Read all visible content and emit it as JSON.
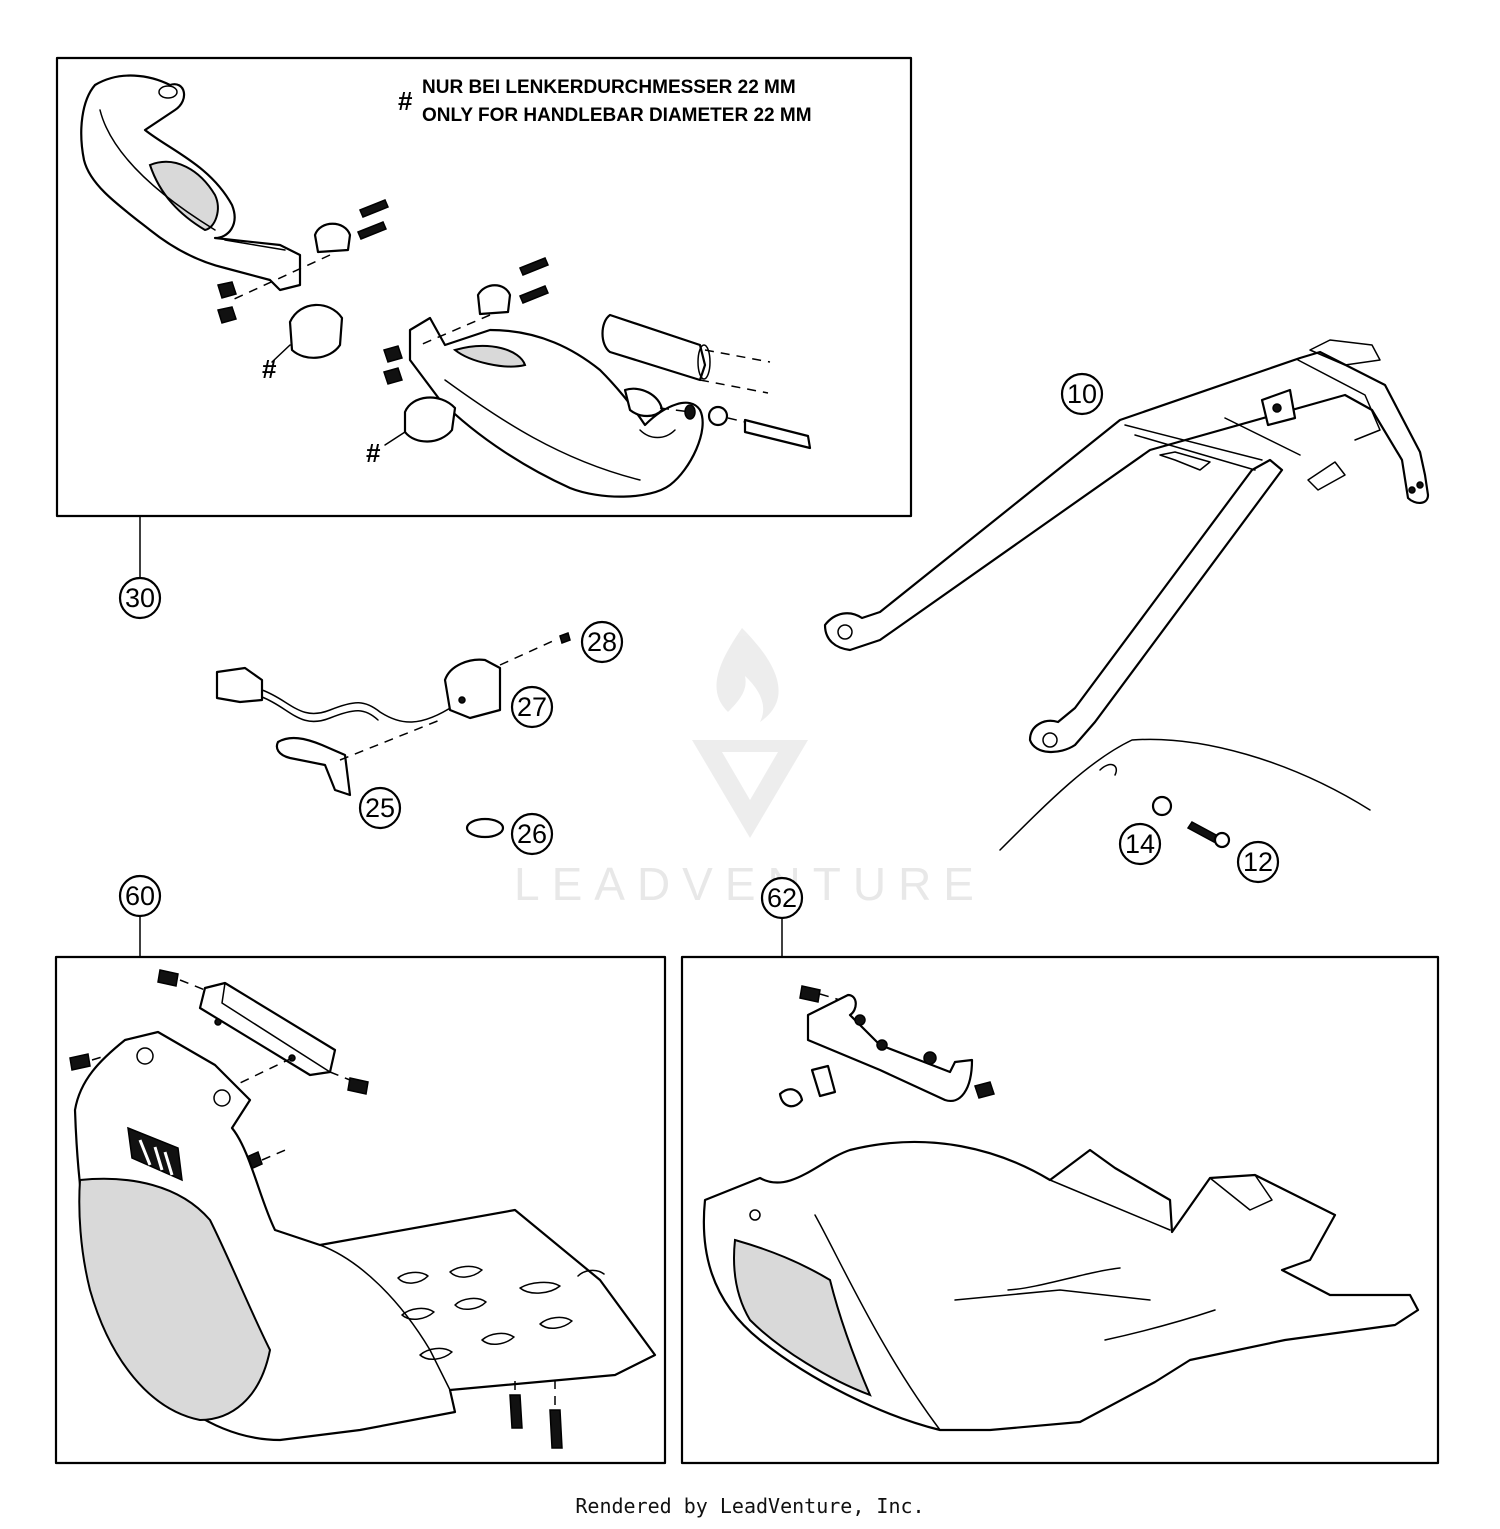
{
  "note": {
    "symbol": "#",
    "line_de": "NUR BEI LENKERDURCHMESSER 22 MM",
    "line_en": "ONLY FOR HANDLEBAR DIAMETER 22 MM"
  },
  "hash_marks": [
    "#",
    "#",
    "#"
  ],
  "callouts": {
    "c10": "10",
    "c12": "12",
    "c14": "14",
    "c25": "25",
    "c26": "26",
    "c27": "27",
    "c28": "28",
    "c30": "30",
    "c60": "60",
    "c62": "62"
  },
  "watermark": "LEADVENTURE",
  "footer": "Rendered by LeadVenture, Inc."
}
